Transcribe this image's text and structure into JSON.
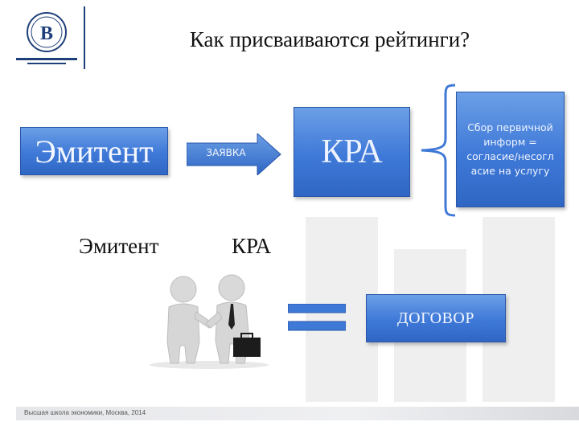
{
  "header": {
    "title": "Как присваиваются рейтинги?"
  },
  "diagram": {
    "issuer_box": "Эмитент",
    "arrow_label": "ЗАЯВКА",
    "kra_box": "КРА",
    "info_box": "Сбор первичной информ = согласие/несогл асие на услугу",
    "issuer_caption": "Эмитент",
    "kra_caption": "КРА",
    "contract_box": "ДОГОВОР"
  },
  "footer": {
    "text": "Высшая школа экономики, Москва, 2014"
  },
  "colors": {
    "box_blue": "#3f79d8",
    "navy": "#1f3f7a"
  }
}
